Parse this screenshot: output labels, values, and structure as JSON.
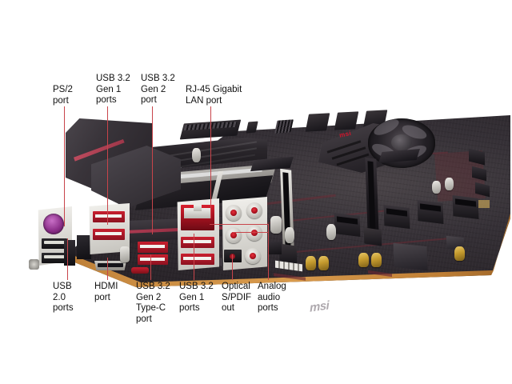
{
  "image": {
    "subject": "MSI gaming motherboard rear I/O annotated diagram",
    "background_color": "#ffffff",
    "leader_line_color": "#c8444a",
    "label_text_color": "#111111",
    "brand_silkscreen": "msi",
    "brand_heatsink": "msi"
  },
  "callouts": {
    "top": [
      {
        "id": "ps2",
        "lines": [
          "PS/2",
          "port"
        ],
        "text": "PS/2\nport"
      },
      {
        "id": "usb32gen1",
        "lines": [
          "USB 3.2",
          "Gen 1",
          "ports"
        ],
        "text": "USB 3.2\nGen 1\nports"
      },
      {
        "id": "usb32gen2",
        "lines": [
          "USB 3.2",
          "Gen 2",
          "port"
        ],
        "text": "USB 3.2\nGen 2\nport"
      },
      {
        "id": "rj45",
        "lines": [
          "RJ-45 Gigabit",
          "LAN port"
        ],
        "text": "RJ-45 Gigabit\nLAN port"
      }
    ],
    "bottom": [
      {
        "id": "usb20",
        "lines": [
          "USB",
          "2.0",
          "ports"
        ],
        "text": "USB\n2.0\nports"
      },
      {
        "id": "hdmi",
        "lines": [
          "HDMI",
          "port"
        ],
        "text": "HDMI\nport"
      },
      {
        "id": "usbc",
        "lines": [
          "USB 3.2",
          "Gen 2",
          "Type-C",
          "port"
        ],
        "text": "USB 3.2\nGen 2\nType-C\nport"
      },
      {
        "id": "usb31gen1",
        "lines": [
          "USB 3.2",
          "Gen 1",
          "ports"
        ],
        "text": "USB 3.2\nGen 1\nports"
      },
      {
        "id": "spdif",
        "lines": [
          "Optical",
          "S/PDIF",
          "out"
        ],
        "text": "Optical\nS/PDIF\nout"
      },
      {
        "id": "audio",
        "lines": [
          "Analog",
          "audio",
          "ports"
        ],
        "text": "Analog\naudio\nports"
      }
    ]
  }
}
